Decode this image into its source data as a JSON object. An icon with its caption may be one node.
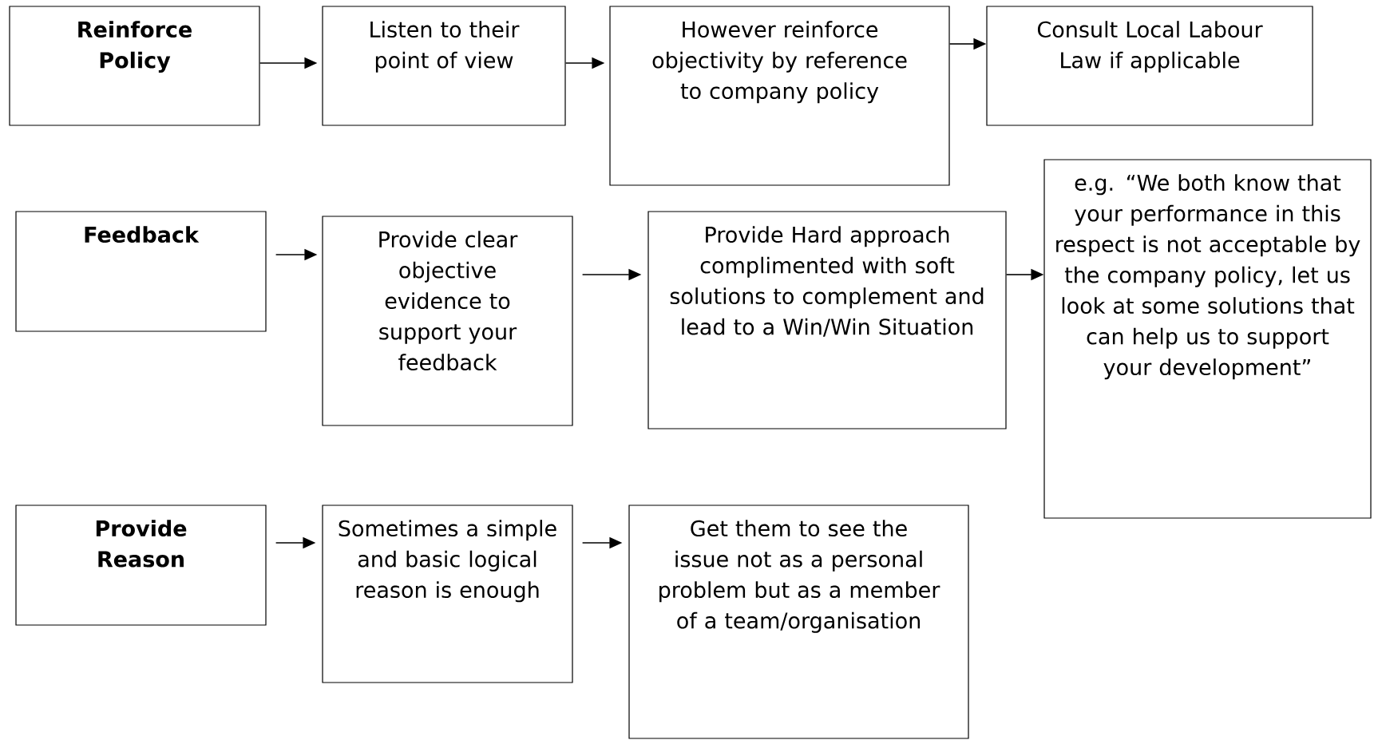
{
  "diagram": {
    "nodes": [
      {
        "text": [
          "Reinforce Policy"
        ]
      },
      {
        "text": [
          "Listen to their point of view"
        ]
      },
      {
        "text": [
          "However reinforce objectivity by reference to company policy"
        ]
      },
      {
        "text": [
          "Consult Local Labour Law if applicable"
        ]
      },
      {
        "text": [
          "Feedback"
        ]
      },
      {
        "text": [
          "Provide clear objective evidence to support your feedback"
        ]
      },
      {
        "text": [
          "Provide Hard approach complimented with soft solutions to complement and lead to a Win/Win Situation"
        ]
      },
      {
        "text": [
          "e.g. “We both know that your performance in this respect is not acceptable by the company policy, let us look at some solutions that can help us to support your development”"
        ]
      },
      {
        "text": [
          "Provide Reason"
        ]
      },
      {
        "text": [
          "Sometimes a simple and basic logical reason is enough"
        ]
      },
      {
        "text": [
          "Get them to see the issue not as a personal problem but as a member of a team/organisation"
        ]
      }
    ],
    "edges": [
      {
        "from": 0,
        "to": 1,
        "arrow": "to"
      },
      {
        "from": 1,
        "to": 2,
        "arrow": "to"
      },
      {
        "from": 2,
        "to": 3,
        "arrow": "to"
      },
      {
        "from": 4,
        "to": 5,
        "arrow": "to"
      },
      {
        "from": 5,
        "to": 6,
        "arrow": "to"
      },
      {
        "from": 6,
        "to": 7,
        "arrow": "to"
      },
      {
        "from": 8,
        "to": 9,
        "arrow": "to"
      },
      {
        "from": 9,
        "to": 10,
        "arrow": "to"
      }
    ]
  }
}
